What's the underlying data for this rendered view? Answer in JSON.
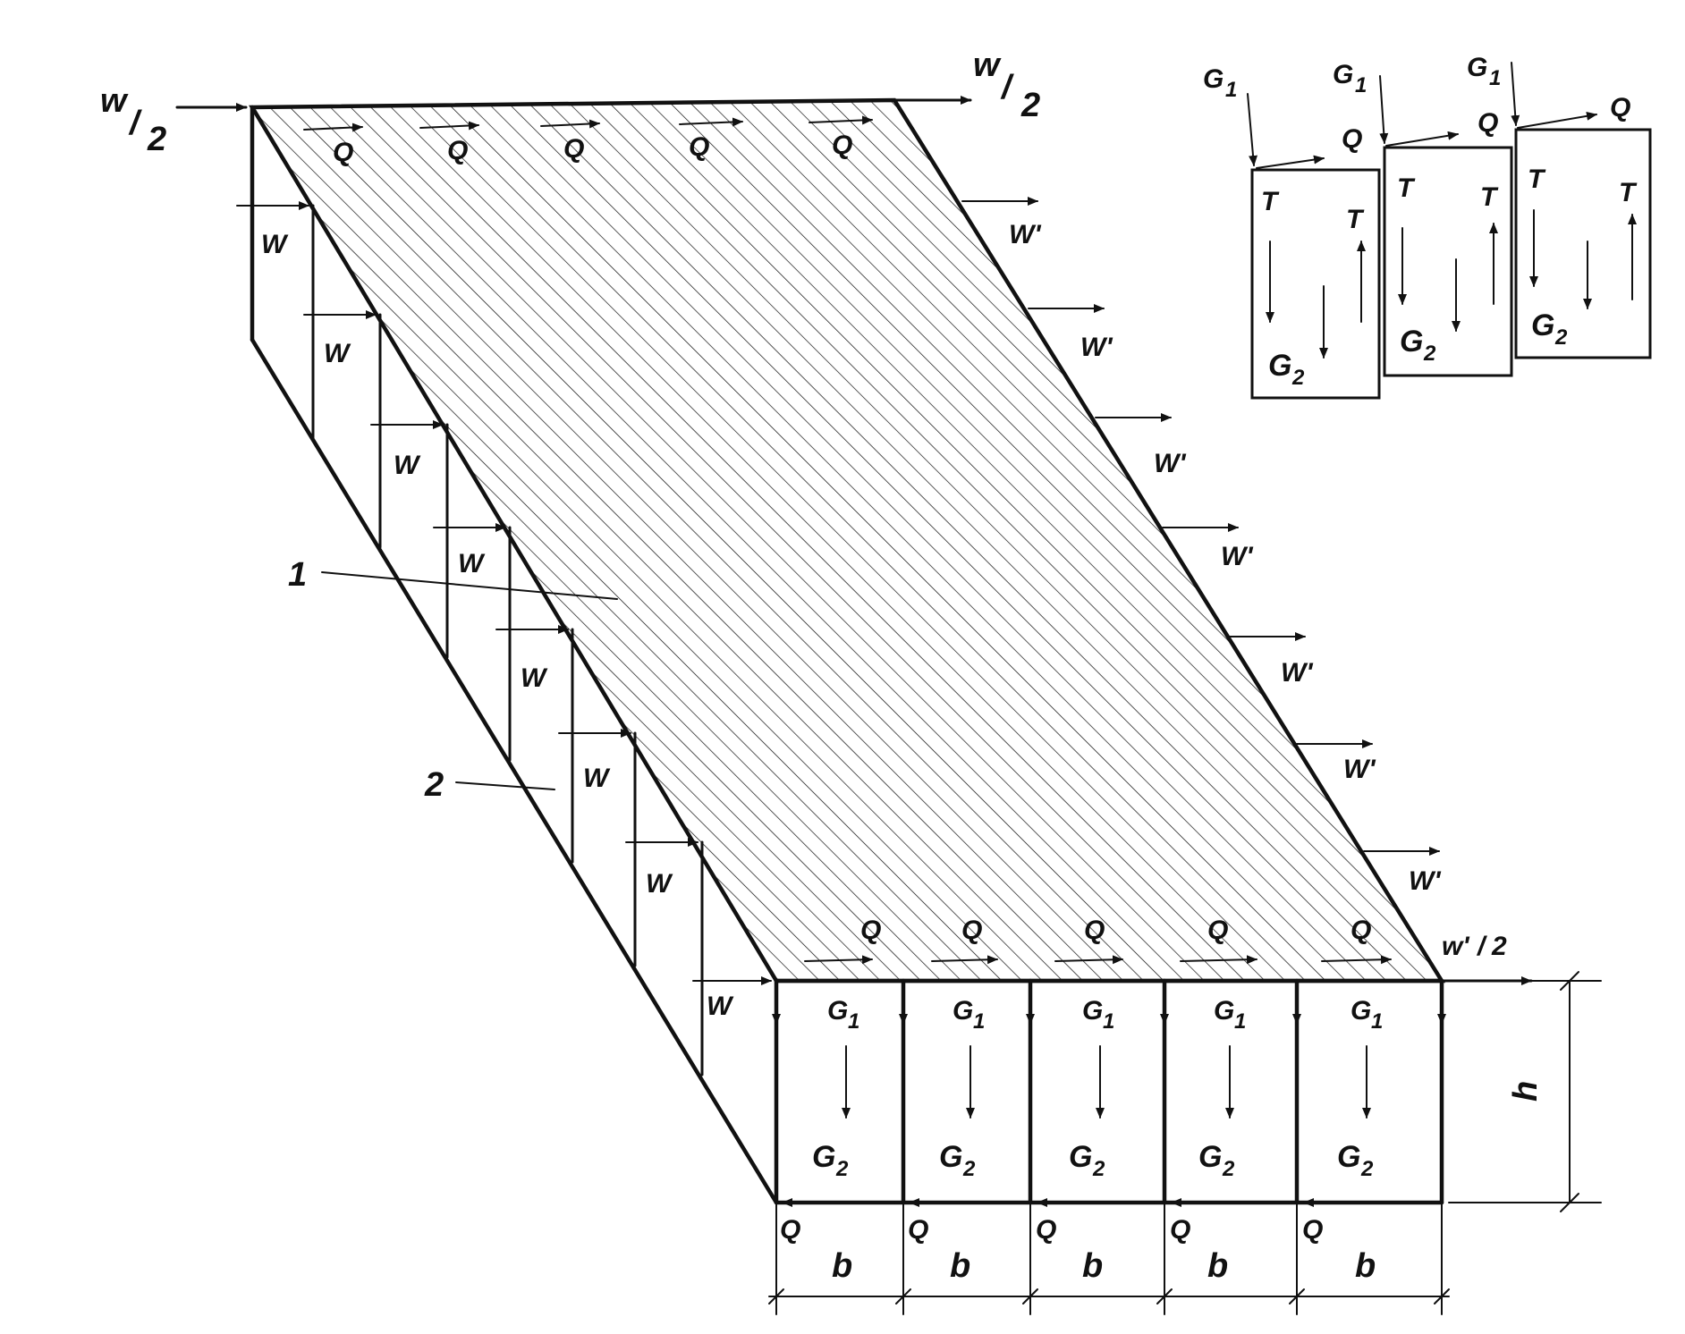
{
  "labels": {
    "w": "w",
    "w_prime": "w'",
    "two": "2",
    "W": "W",
    "W_prime": "W'",
    "Q": "Q",
    "G": "G",
    "sub1": "1",
    "sub2": "2",
    "T": "T",
    "h": "h",
    "b": "b",
    "ref_1": "1",
    "ref_2": "2"
  },
  "colors": {
    "ink": "#111111",
    "background": "#ffffff"
  }
}
